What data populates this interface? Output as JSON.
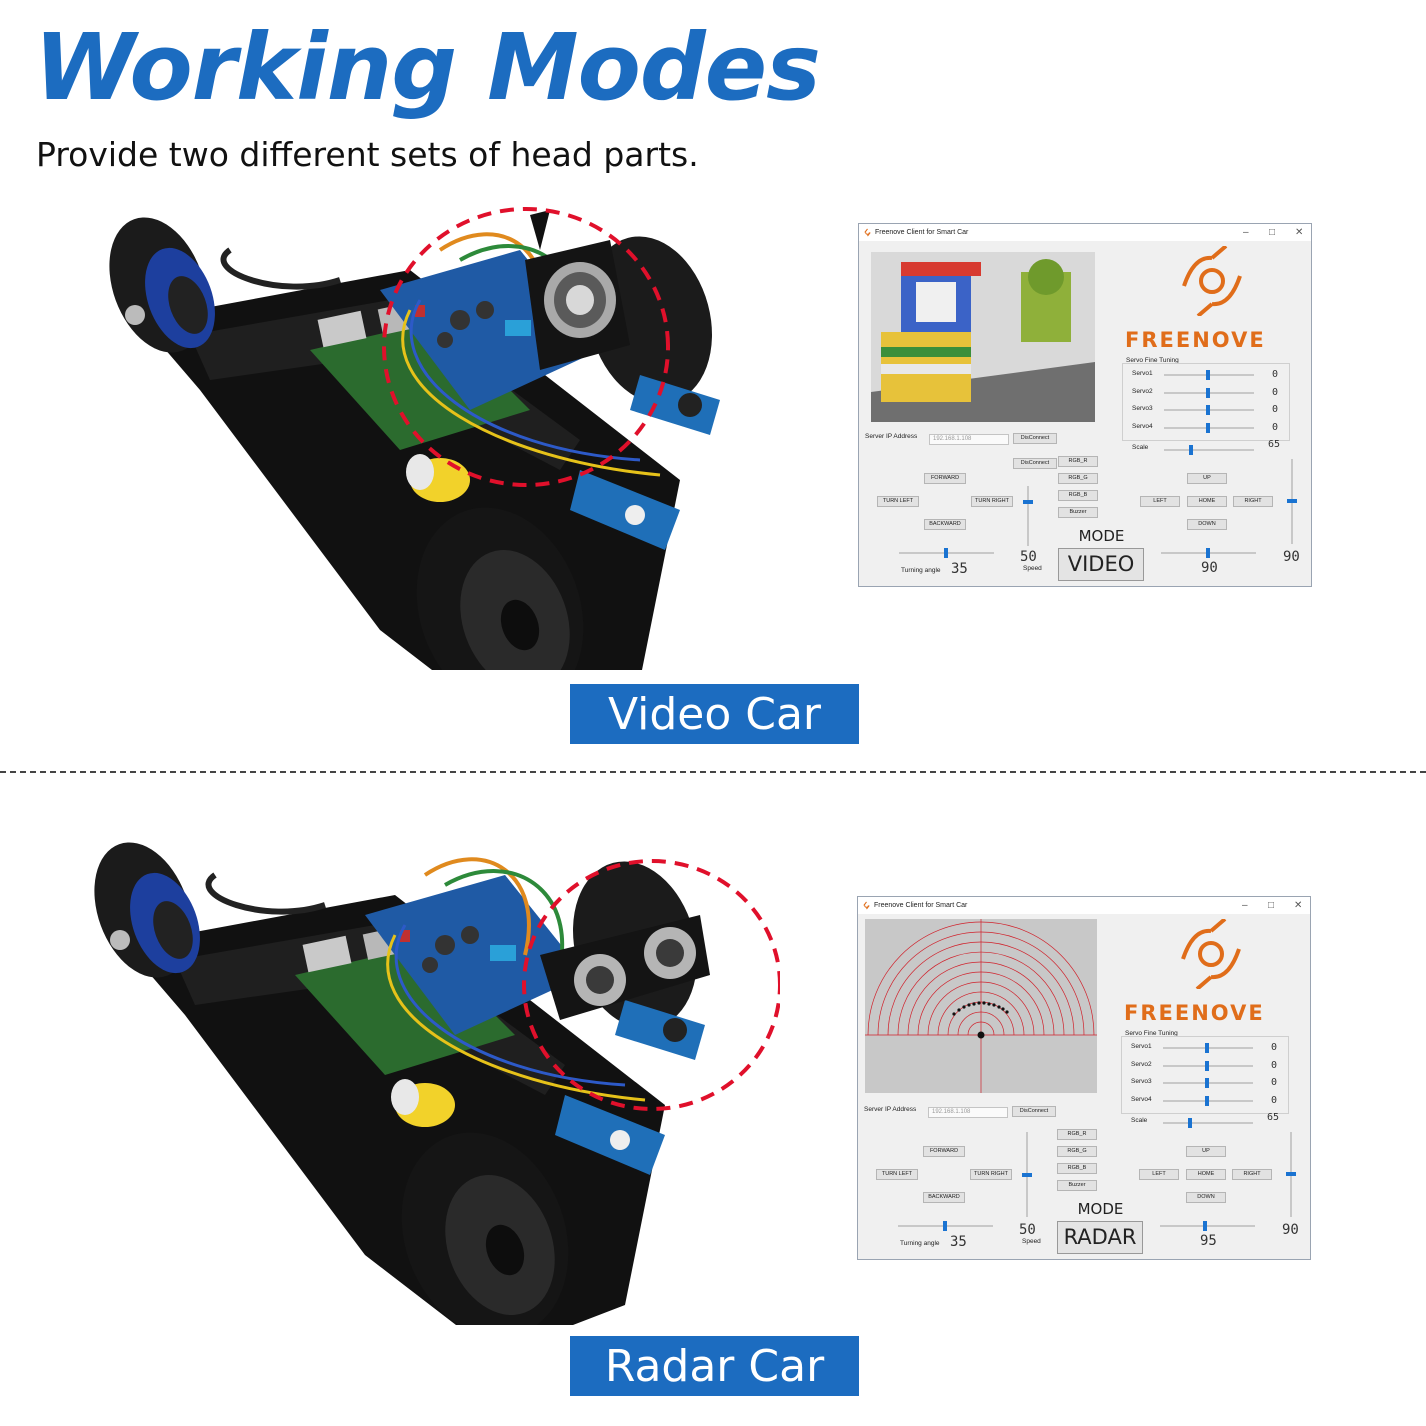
{
  "header": {
    "title": "Working Modes",
    "subtitle": "Provide two different sets of head parts."
  },
  "colors": {
    "accent": "#1c6cc0",
    "brand_orange": "#e06d1a",
    "dash_red": "#e0102b",
    "slider_blue": "#1a73d1"
  },
  "sections": [
    {
      "banner": "Video Car",
      "app": {
        "window_title": "Freenove Client for Smart Car",
        "brand": "FREENOVE",
        "servo_tuning_label": "Servo Fine Tuning",
        "servo_labels": [
          "Servo1",
          "Servo2",
          "Servo3",
          "Servo4"
        ],
        "servo_values": [
          "0",
          "0",
          "0",
          "0"
        ],
        "scale_label": "Scale",
        "scale_value": "65",
        "server_ip_label": "Server IP Address",
        "server_ip_value": "192.168.1.108",
        "disconnect_label": "DisConnect",
        "rgb_buttons": [
          "RGB_R",
          "RGB_G",
          "RGB_B",
          "Buzzer"
        ],
        "drive_buttons": {
          "forward": "FORWARD",
          "turn_left": "TURN LEFT",
          "turn_right": "TURN RIGHT",
          "backward": "BACKWARD"
        },
        "head_buttons": {
          "up": "UP",
          "left": "LEFT",
          "home": "HOME",
          "right": "RIGHT",
          "down": "DOWN"
        },
        "turning_angle_label": "Turning angle",
        "turning_angle_value": "35",
        "speed_label": "Speed",
        "speed_value": "50",
        "mode_label": "MODE",
        "mode_value": "VIDEO",
        "head_h_value": "90",
        "head_v_value": "90"
      }
    },
    {
      "banner": "Radar Car",
      "app": {
        "window_title": "Freenove Client for Smart Car",
        "brand": "FREENOVE",
        "servo_tuning_label": "Servo Fine Tuning",
        "servo_labels": [
          "Servo1",
          "Servo2",
          "Servo3",
          "Servo4"
        ],
        "servo_values": [
          "0",
          "0",
          "0",
          "0"
        ],
        "scale_label": "Scale",
        "scale_value": "65",
        "server_ip_label": "Server IP Address",
        "server_ip_value": "192.168.1.108",
        "disconnect_label": "DisConnect",
        "rgb_buttons": [
          "RGB_R",
          "RGB_G",
          "RGB_B",
          "Buzzer"
        ],
        "drive_buttons": {
          "forward": "FORWARD",
          "turn_left": "TURN LEFT",
          "turn_right": "TURN RIGHT",
          "backward": "BACKWARD"
        },
        "head_buttons": {
          "up": "UP",
          "left": "LEFT",
          "home": "HOME",
          "right": "RIGHT",
          "down": "DOWN"
        },
        "turning_angle_label": "Turning angle",
        "turning_angle_value": "35",
        "speed_label": "Speed",
        "speed_value": "50",
        "mode_label": "MODE",
        "mode_value": "RADAR",
        "head_h_value": "95",
        "head_v_value": "90"
      }
    }
  ]
}
